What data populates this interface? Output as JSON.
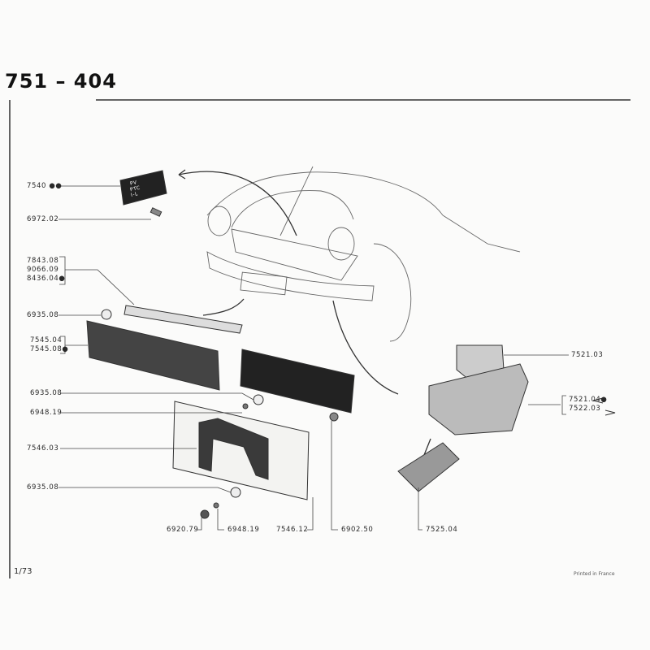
{
  "header": {
    "title": "751 – 404"
  },
  "callouts": {
    "c7540": "7540 ●●",
    "c6972": "6972.02",
    "c7843": "7843.08",
    "c9066": "9066.09",
    "c8436": "8436.04●",
    "c6935a": "6935.08",
    "c7545a": "7545.04",
    "c7545b": "7545.08●",
    "c6935b": "6935.08",
    "c6948a": "6948.19",
    "c7546a": "7546.03",
    "c6935c": "6935.08",
    "c6920": "6920.79",
    "c6948b": "6948.19",
    "c7546b": "7546.12",
    "c6902": "6902.50",
    "c7525": "7525.04",
    "c7521a": "7521.03",
    "c7521b": "7521.04●",
    "c7522": "7522.03"
  },
  "plate_text": [
    "PV",
    "PTC",
    "I-L"
  ],
  "footer": {
    "page": "1/73",
    "printed": "Printed in France"
  }
}
